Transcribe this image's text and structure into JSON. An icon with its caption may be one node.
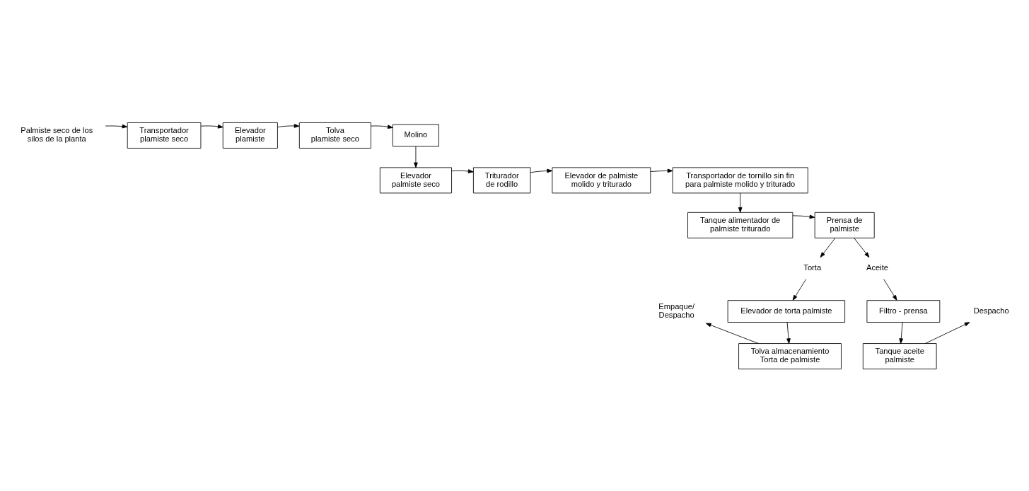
{
  "diagram": {
    "nodes": [
      {
        "text": [
          "Palmiste seco de los silos de la planta"
        ]
      },
      {
        "text": [
          "Transportador plamiste seco"
        ]
      },
      {
        "text": [
          "Elevador plamiste"
        ]
      },
      {
        "text": [
          "Tolva plamiste seco"
        ]
      },
      {
        "text": [
          "Molino"
        ]
      },
      {
        "text": [
          "Elevador palmiste seco"
        ]
      },
      {
        "text": [
          "Triturador de rodillo"
        ]
      },
      {
        "text": [
          "Elevador de palmiste molido y triturado"
        ]
      },
      {
        "text": [
          "Transportador de tornillo sin fin para palmiste molido y triturado"
        ]
      },
      {
        "text": [
          "Tanque alimentador de palmiste triturado"
        ]
      },
      {
        "text": [
          "Prensa de palmiste"
        ]
      },
      {
        "text": [
          "Torta"
        ]
      },
      {
        "text": [
          "Aceite"
        ]
      },
      {
        "text": [
          "Elevador de torta palmiste"
        ]
      },
      {
        "text": [
          "Filtro - prensa"
        ]
      },
      {
        "text": [
          "Tolva almacenamiento Torta de palmiste"
        ]
      },
      {
        "text": [
          "Tanque aceite palmiste"
        ]
      },
      {
        "text": [
          "Empaque/ Despacho"
        ]
      },
      {
        "text": [
          "Despacho"
        ]
      }
    ],
    "edges": [
      {
        "from": 0,
        "to": 1,
        "arrow": "to"
      },
      {
        "from": 1,
        "to": 2,
        "arrow": "to"
      },
      {
        "from": 2,
        "to": 3,
        "arrow": "to"
      },
      {
        "from": 3,
        "to": 4,
        "arrow": "to"
      },
      {
        "from": 4,
        "to": 5,
        "arrow": "to"
      },
      {
        "from": 5,
        "to": 6,
        "arrow": "to"
      },
      {
        "from": 6,
        "to": 7,
        "arrow": "to"
      },
      {
        "from": 7,
        "to": 8,
        "arrow": "to"
      },
      {
        "from": 8,
        "to": 9,
        "arrow": "to"
      },
      {
        "from": 9,
        "to": 10,
        "arrow": "to"
      },
      {
        "from": 10,
        "to": 11,
        "arrow": "to"
      },
      {
        "from": 10,
        "to": 12,
        "arrow": "to"
      },
      {
        "from": 11,
        "to": 13,
        "arrow": "to"
      },
      {
        "from": 12,
        "to": 14,
        "arrow": "to"
      },
      {
        "from": 13,
        "to": 15,
        "arrow": "to"
      },
      {
        "from": 14,
        "to": 16,
        "arrow": "to"
      },
      {
        "from": 15,
        "to": 17,
        "arrow": "to"
      },
      {
        "from": 16,
        "to": 18,
        "arrow": "to"
      }
    ]
  }
}
